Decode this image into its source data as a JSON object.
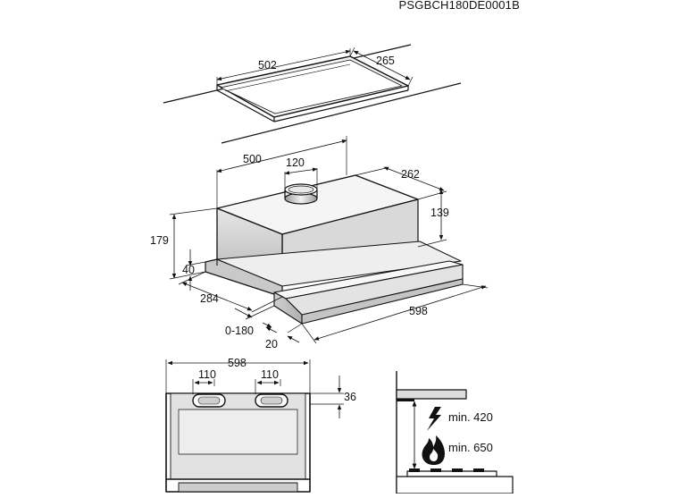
{
  "reference_code": "PSGBCH180DE0001B",
  "cutout": {
    "width": "502",
    "depth": "265"
  },
  "hood": {
    "width": "500",
    "duct_diameter": "120",
    "depth": "262",
    "body_height": "139",
    "total_height": "179",
    "front_height": "40",
    "side_depth": "284",
    "extension": "0-180",
    "front_offset": "20",
    "front_width": "598"
  },
  "front_view": {
    "width": "598",
    "filter_left": "110",
    "filter_right": "110",
    "filter_height": "36"
  },
  "clearance": {
    "electric_label": "min. 420",
    "gas_label": "min. 650",
    "electric_icon": "lightning-bolt-icon",
    "gas_icon": "flame-icon"
  }
}
